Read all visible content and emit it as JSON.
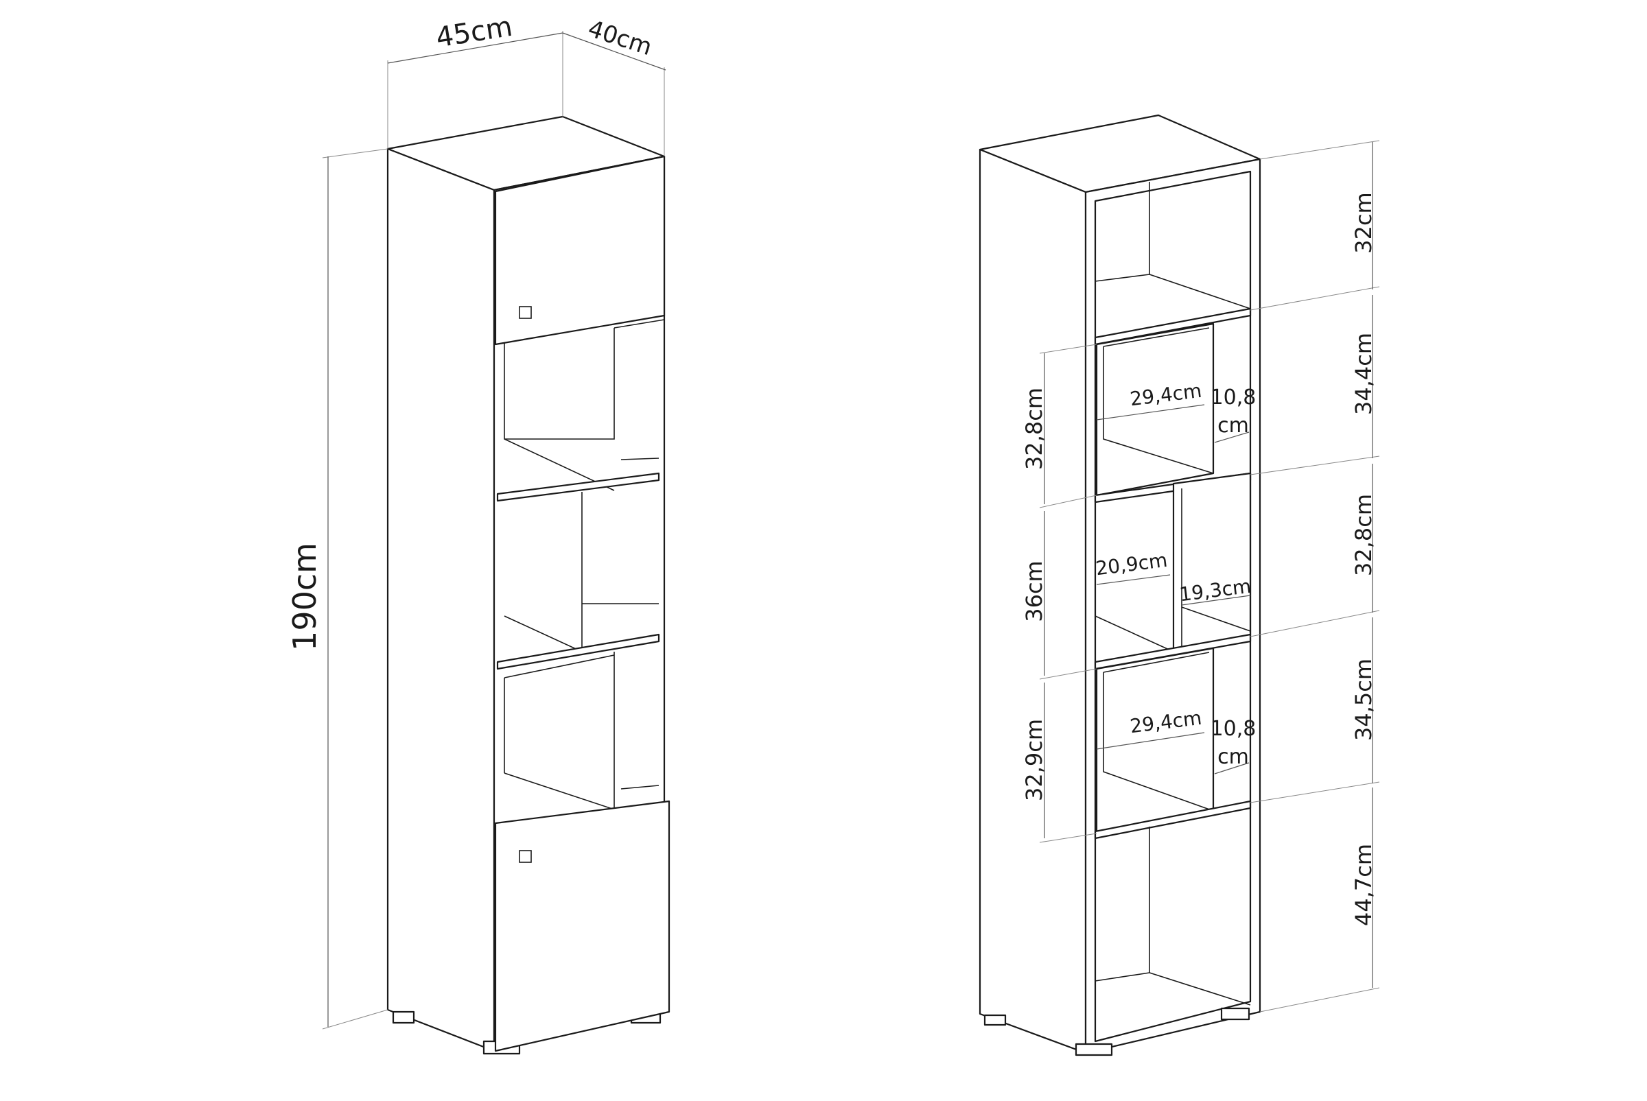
{
  "colors": {
    "stroke": "#1a1a1a",
    "dimension": "#555555",
    "background": "#ffffff"
  },
  "left_view": {
    "width": "45cm",
    "depth": "40cm",
    "height": "190cm"
  },
  "right_view": {
    "compartment_heights": [
      "32cm",
      "34,4cm",
      "32,8cm",
      "34,5cm",
      "44,7cm"
    ],
    "left_heights": [
      "32,8cm",
      "36cm",
      "32,9cm"
    ],
    "upper_cube": {
      "width": "29,4cm",
      "side_width_line1": "10,8",
      "side_width_line2": "cm"
    },
    "middle_cube": {
      "width": "20,9cm",
      "side_width": "19,3cm"
    },
    "lower_cube": {
      "width": "29,4cm",
      "side_width_line1": "10,8",
      "side_width_line2": "cm"
    }
  }
}
